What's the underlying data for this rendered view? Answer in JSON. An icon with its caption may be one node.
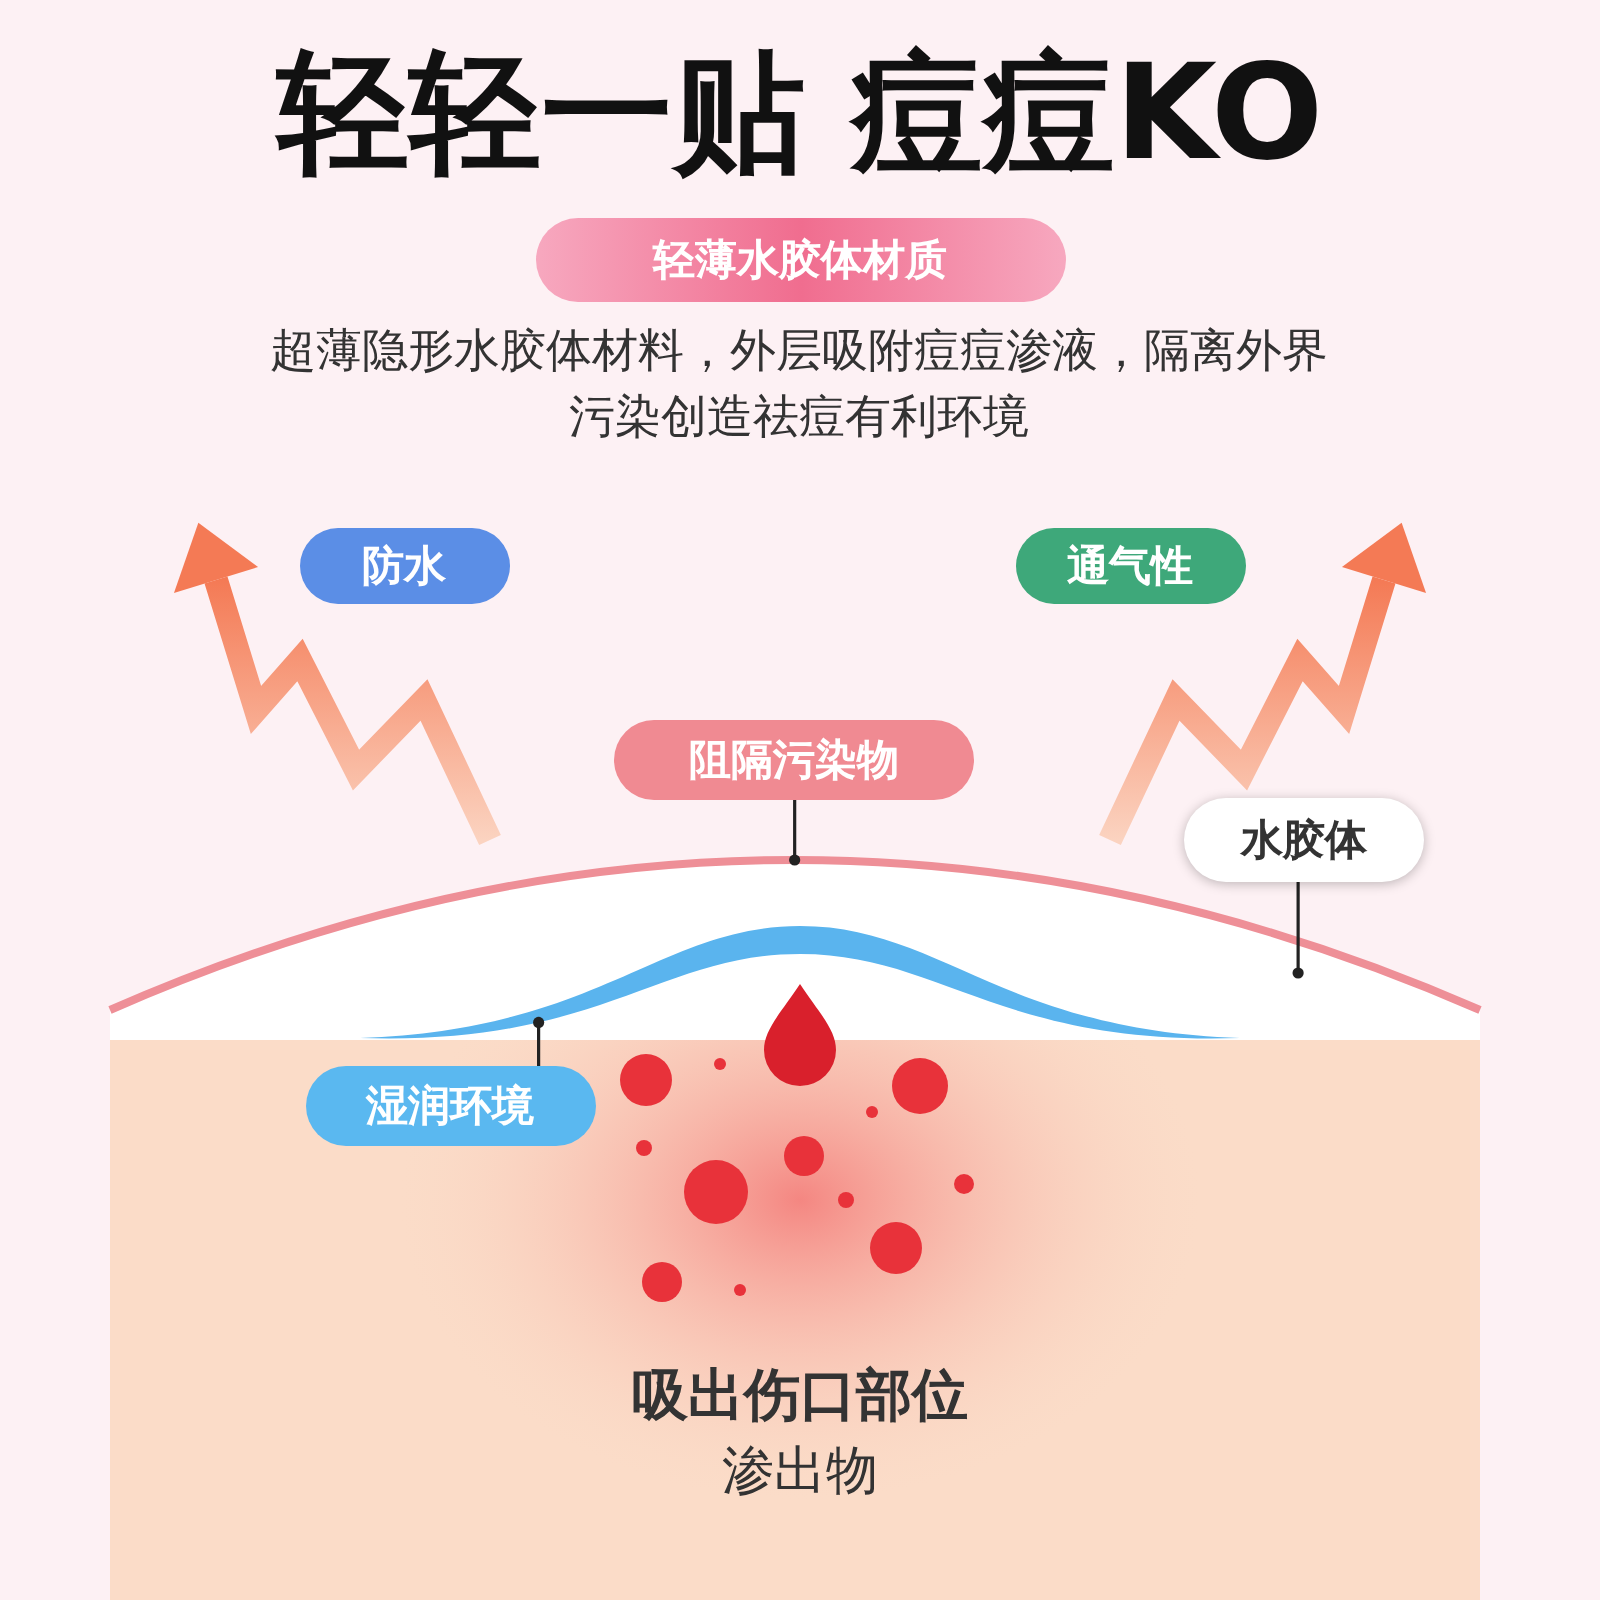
{
  "diagram": {
    "title": "轻轻一贴 痘痘KO",
    "nodes": [
      {
        "text": [
          "轻薄水胶体材质"
        ]
      },
      {
        "text": [
          "防水"
        ]
      },
      {
        "text": [
          "通气性"
        ]
      },
      {
        "text": [
          "阻隔污染物"
        ]
      },
      {
        "text": [
          "水胶体"
        ]
      },
      {
        "text": [],
        "shape": "picture"
      },
      {
        "text": [
          "湿润环境"
        ]
      },
      {
        "text": [],
        "shape": "picture",
        "in": 5
      }
    ],
    "edges": [
      {
        "from": 3,
        "to": 5,
        "arrow": "other"
      },
      {
        "from": 4,
        "to": 5,
        "arrow": "other"
      },
      {
        "from": 6,
        "to": 7,
        "arrow": "other"
      }
    ],
    "labels": [
      "超薄隐形水胶体材料，外层吸附痘痘渗液，隔离外界污染创造祛痘有利环境",
      "吸出伤口部位",
      "渗出物"
    ]
  }
}
